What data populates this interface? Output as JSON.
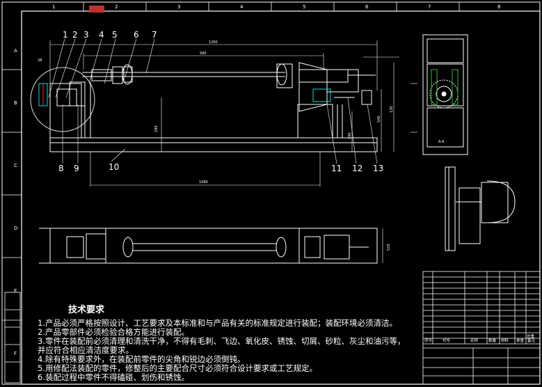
{
  "colors": {
    "background": "#000000",
    "line": "#ffffff",
    "dimension": "#ffffff",
    "cyan": "#00e0e0",
    "red": "#ff3030",
    "green": "#30c030"
  },
  "grid": {
    "top_numbers": [
      "1",
      "2",
      "3",
      "4",
      "5",
      "6",
      "7",
      "8"
    ],
    "side_letters": [
      "A",
      "B",
      "C",
      "D",
      "E",
      "F"
    ]
  },
  "balloons": [
    "1",
    "2",
    "3",
    "4",
    "5",
    "6",
    "7",
    "8",
    "9",
    "10",
    "11",
    "12",
    "13"
  ],
  "dimensions": {
    "overall": "1260",
    "span": "580",
    "left_small": "28",
    "height_a": "290",
    "height_b": "540",
    "height_c": "130",
    "bottom": "1080",
    "plan_height": "520"
  },
  "tech_title": "技术要求",
  "requirements": [
    "1.产品必须严格按照设计、工艺要求及本标准和与产品有关的标准规定进行装配；装配环境必须清洁。",
    "2.产品零部件必须检验合格方能进行装配。",
    "3.零件在装配前必须清理和清洗干净，不得有毛刺、飞边、氧化皮、锈蚀、切屑、砂粒、灰尘和油污等，",
    "   并应符合相应清洁度要求。",
    "4.除有特殊要求外，在装配前零件的尖角和锐边必须倒钝。",
    "5.用修配法装配的零件，修整后的主要配合尺寸必须符合设计要求或工艺规定。",
    "6.装配过程中零件不得磕碰、划伤和锈蚀。"
  ],
  "title_block": {
    "headers": [
      "序号",
      "代号",
      "名称",
      "数量",
      "材料",
      "单重",
      "总重",
      "备注"
    ]
  },
  "section_label": "A-A"
}
